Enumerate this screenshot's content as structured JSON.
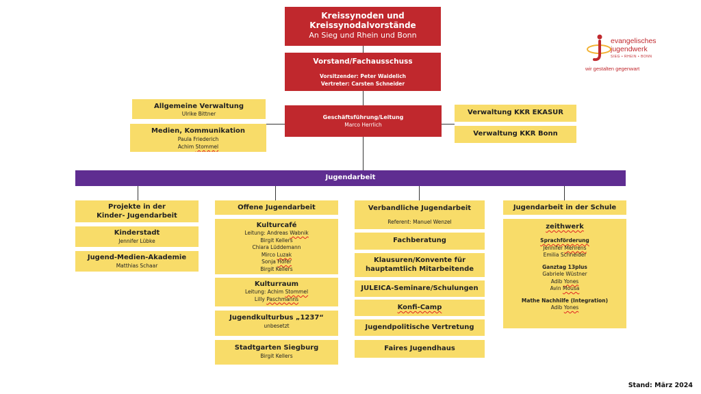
{
  "top": {
    "title1": "Kreissynoden und",
    "title2": "Kreissynodalvorstände",
    "subtitle": "An Sieg und Rhein und Bonn"
  },
  "vorstand": {
    "title": "Vorstand/Fachausschuss",
    "chair": "Vorsitzender: Peter Waidelich",
    "deputy": "Vertreter: Carsten Schneider"
  },
  "gf": {
    "title": "Geschäftsführung/Leitung",
    "person": "Marco Herrlich"
  },
  "left_boxes": {
    "verwaltung": {
      "title": "Allgemeine Verwaltung",
      "person": "Ulrike Bittner"
    },
    "medien": {
      "title": "Medien, Kommunikation",
      "people": [
        "Paula Friederich",
        "Achim Stommel"
      ]
    }
  },
  "right_boxes": {
    "ekasur": "Verwaltung KKR EKASUR",
    "bonn": "Verwaltung KKR Bonn"
  },
  "bar": "Jugendarbeit",
  "columns": {
    "col1": {
      "header": [
        "Projekte in der",
        "Kinder- Jugendarbeit"
      ],
      "items": [
        {
          "title": "Kinderstadt",
          "person": "Jennifer Lübke"
        },
        {
          "title": "Jugend-Medien-Akademie",
          "person": "Matthias Schaar"
        }
      ]
    },
    "col2": {
      "header": "Offene Jugendarbeit",
      "kulturcafe": {
        "title": "Kulturcafé",
        "lead_prefix": "Leitung: Andreas ",
        "lead_name": "Wabnik",
        "people": [
          "Birgit Kellers",
          "Chiara Lüddemann",
          "Mirco Luzak",
          "Sonja Höfer",
          "Birgit Kellers"
        ]
      },
      "kulturraum": {
        "title": "Kulturraum",
        "lead_prefix": "Leitung: Achim ",
        "lead_name": "Stommel",
        "person_first": "Lilly ",
        "person_last": "Paschmanns"
      },
      "kulturbus": {
        "title": "Jugendkulturbus „1237“",
        "person": "unbesetzt"
      },
      "stadtgarten": {
        "title": "Stadtgarten Siegburg",
        "person": "Birgit Kellers"
      }
    },
    "col3": {
      "header": "Verbandliche Jugendarbeit",
      "referent": "Referent: Manuel Wenzel",
      "items": [
        "Fachberatung",
        [
          "Klausuren/Konvente für",
          "hauptamtlich Mitarbeitende"
        ],
        "JULEICA-Seminare/Schulungen",
        "Konfi-Camp",
        "Jugendpolitische Vertretung",
        "Faires Jugendhaus"
      ]
    },
    "col4": {
      "header": "Jugendarbeit in der Schule",
      "title": "zeithwerk",
      "groups": [
        {
          "title": "Sprachförderung",
          "people": [
            "Jennifer Mehrens",
            "Emilia Schneider"
          ]
        },
        {
          "title": "Ganztag 13plus",
          "people": [
            "Gabriele Wüstner",
            "Adib Yones",
            "Avin Mousa"
          ]
        },
        {
          "title": "Mathe Nachhilfe (Integration)",
          "people": [
            "Adib Yones"
          ]
        }
      ]
    }
  },
  "logo": {
    "line1": "evangelisches",
    "line2": "jugendwerk",
    "line3": "SIEG • RHEIN • BONN",
    "slogan": "wir gestalten gegenwart"
  },
  "footer": "Stand: März 2024",
  "colors": {
    "red": "#c0282d",
    "yellow": "#f8dc69",
    "purple": "#5f2d91",
    "logo_orange": "#f2b233"
  }
}
